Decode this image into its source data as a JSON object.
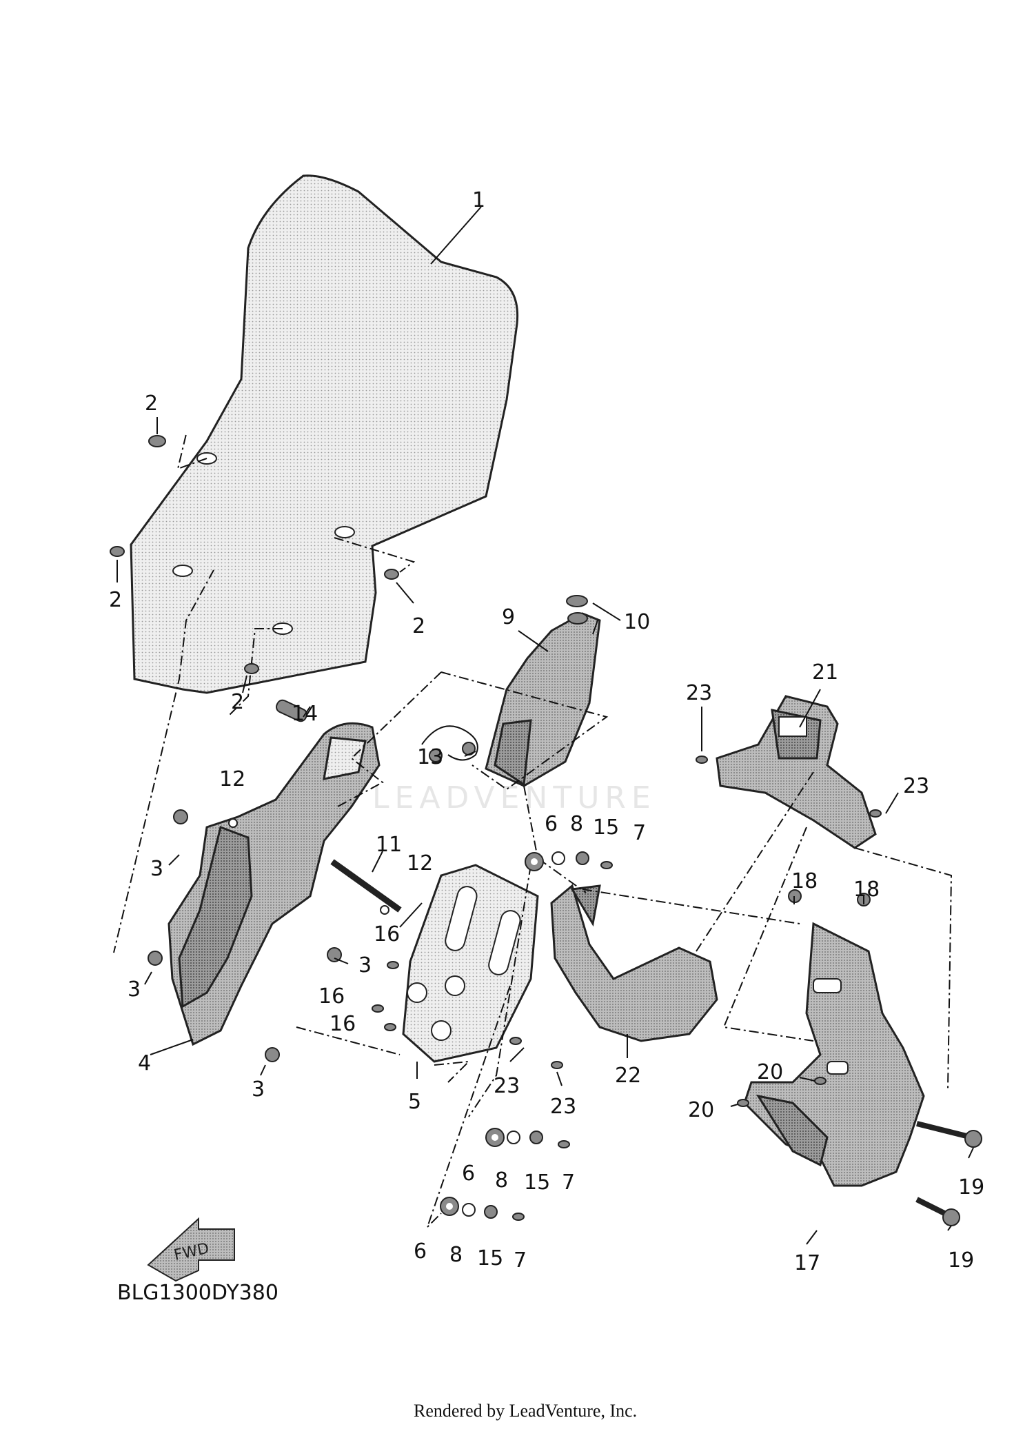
{
  "callouts": [
    {
      "id": "1",
      "label": "1"
    },
    {
      "id": "2a",
      "label": "2"
    },
    {
      "id": "2b",
      "label": "2"
    },
    {
      "id": "2c",
      "label": "2"
    },
    {
      "id": "2d",
      "label": "2"
    },
    {
      "id": "3a",
      "label": "3"
    },
    {
      "id": "3b",
      "label": "3"
    },
    {
      "id": "3c",
      "label": "3"
    },
    {
      "id": "3d",
      "label": "3"
    },
    {
      "id": "4",
      "label": "4"
    },
    {
      "id": "5",
      "label": "5"
    },
    {
      "id": "6a",
      "label": "6"
    },
    {
      "id": "6b",
      "label": "6"
    },
    {
      "id": "6c",
      "label": "6"
    },
    {
      "id": "7a",
      "label": "7"
    },
    {
      "id": "7b",
      "label": "7"
    },
    {
      "id": "7c",
      "label": "7"
    },
    {
      "id": "8a",
      "label": "8"
    },
    {
      "id": "8b",
      "label": "8"
    },
    {
      "id": "8c",
      "label": "8"
    },
    {
      "id": "9",
      "label": "9"
    },
    {
      "id": "10",
      "label": "10"
    },
    {
      "id": "11",
      "label": "11"
    },
    {
      "id": "12a",
      "label": "12"
    },
    {
      "id": "12b",
      "label": "12"
    },
    {
      "id": "13",
      "label": "13"
    },
    {
      "id": "14",
      "label": "14"
    },
    {
      "id": "15a",
      "label": "15"
    },
    {
      "id": "15b",
      "label": "15"
    },
    {
      "id": "15c",
      "label": "15"
    },
    {
      "id": "16a",
      "label": "16"
    },
    {
      "id": "16b",
      "label": "16"
    },
    {
      "id": "16c",
      "label": "16"
    },
    {
      "id": "17",
      "label": "17"
    },
    {
      "id": "18a",
      "label": "18"
    },
    {
      "id": "18b",
      "label": "18"
    },
    {
      "id": "19a",
      "label": "19"
    },
    {
      "id": "19b",
      "label": "19"
    },
    {
      "id": "20a",
      "label": "20"
    },
    {
      "id": "20b",
      "label": "20"
    },
    {
      "id": "21",
      "label": "21"
    },
    {
      "id": "22",
      "label": "22"
    },
    {
      "id": "23a",
      "label": "23"
    },
    {
      "id": "23b",
      "label": "23"
    },
    {
      "id": "23c",
      "label": "23"
    },
    {
      "id": "23d",
      "label": "23"
    }
  ],
  "fwd_label": "FWD",
  "diagram_code": "BLG1300DY380",
  "watermark": "LEADVENTURE",
  "credit": "Rendered by LeadVenture, Inc."
}
